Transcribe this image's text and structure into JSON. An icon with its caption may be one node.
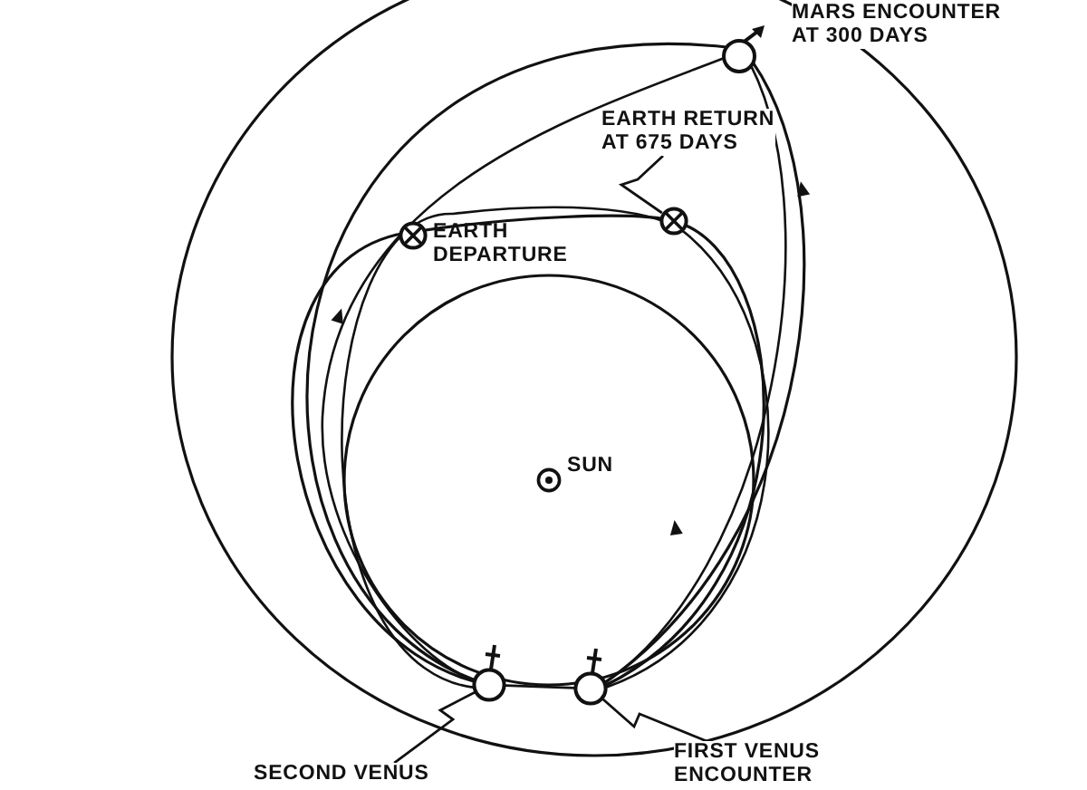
{
  "diagram": {
    "nodes": [
      {
        "text": [],
        "shape": "circle",
        "beside": [
          "MARS ENCOUNTER AT 300 DAYS"
        ]
      },
      {
        "text": [
          "EARTH RETURN AT 675 DAYS"
        ]
      },
      {
        "text": [],
        "shape": "circle"
      },
      {
        "text": [],
        "shape": "circle",
        "beside": [
          "EARTH DEPARTURE"
        ]
      },
      {
        "text": [],
        "shape": "circle",
        "beside": [
          "SUN"
        ]
      },
      {
        "text": [],
        "shape": "circle"
      },
      {
        "text": [],
        "shape": "circle"
      },
      {
        "text": [
          "SECOND VENUS"
        ]
      },
      {
        "text": [
          "FIRST VENUS ENCOUNTER"
        ]
      }
    ],
    "edges": [
      {
        "from": 1,
        "to": 2,
        "arrow": "none"
      },
      {
        "from": 7,
        "to": 5,
        "arrow": "none"
      },
      {
        "from": 8,
        "to": 6,
        "arrow": "none"
      },
      {
        "from": 5,
        "to": 6,
        "arrow": "none"
      }
    ]
  }
}
